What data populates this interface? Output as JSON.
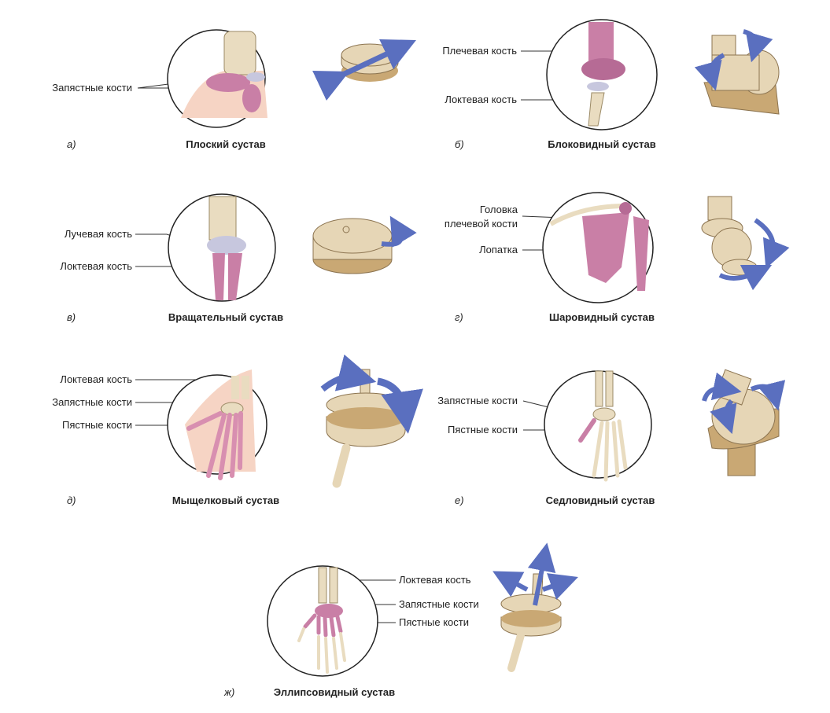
{
  "colors": {
    "bone": "#e9dcc0",
    "cartilage": "#c7c7de",
    "pink": "#c97fa6",
    "arrow": "#5a6fbf",
    "model": "#e6d6b6",
    "model_dark": "#c9a874",
    "skin": "#f6d4c4"
  },
  "panels": [
    {
      "letter": "а)",
      "title": "Плоский сустав",
      "labels": [
        "Запястные кости"
      ]
    },
    {
      "letter": "б)",
      "title": "Блоковидный сустав",
      "labels": [
        "Плечевая кость",
        "Локтевая кость"
      ]
    },
    {
      "letter": "в)",
      "title": "Вращательный сустав",
      "labels": [
        "Лучевая кость",
        "Локтевая кость"
      ]
    },
    {
      "letter": "г)",
      "title": "Шаровидный сустав",
      "labels": [
        "Головка",
        "плечевой кости",
        "Лопатка"
      ]
    },
    {
      "letter": "д)",
      "title": "Мыщелковый сустав",
      "labels": [
        "Локтевая кость",
        "Запястные кости",
        "Пястные кости"
      ]
    },
    {
      "letter": "е)",
      "title": "Седловидный сустав",
      "labels": [
        "Запястные кости",
        "Пястные кости"
      ]
    },
    {
      "letter": "ж)",
      "title": "Эллипсовидный сустав",
      "labels": [
        "Локтевая кость",
        "Запястные кости",
        "Пястные кости"
      ]
    }
  ]
}
